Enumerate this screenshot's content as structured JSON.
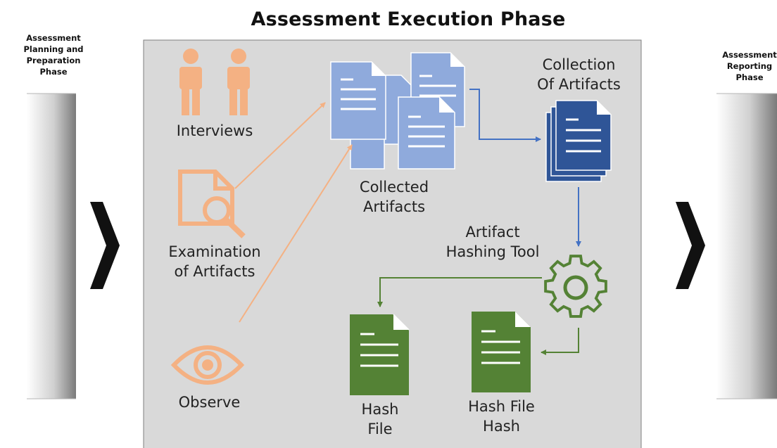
{
  "title": "Assessment Execution Phase",
  "left_phase": {
    "line1": "Assessment",
    "line2": "Planning and",
    "line3": "Preparation",
    "line4": "Phase"
  },
  "right_phase": {
    "line1": "Assessment",
    "line2": "Reporting",
    "line3": "Phase"
  },
  "methods": {
    "interviews": "Interviews",
    "examination_line1": "Examination",
    "examination_line2": "of Artifacts",
    "observe": "Observe"
  },
  "collected": {
    "line1": "Collected",
    "line2": "Artifacts"
  },
  "collection": {
    "line1": "Collection",
    "line2": "Of Artifacts"
  },
  "hashing": {
    "line1": "Artifact",
    "line2": "Hashing Tool"
  },
  "hash_file": {
    "line1": "Hash",
    "line2": "File"
  },
  "hash_file_hash": {
    "line1": "Hash File",
    "line2": "Hash"
  },
  "colors": {
    "orange": "#f4b183",
    "light_blue": "#8faadc",
    "dark_blue": "#2f5597",
    "green": "#548235",
    "panel": "#d9d9d9",
    "arrow_blue": "#4472c4"
  }
}
